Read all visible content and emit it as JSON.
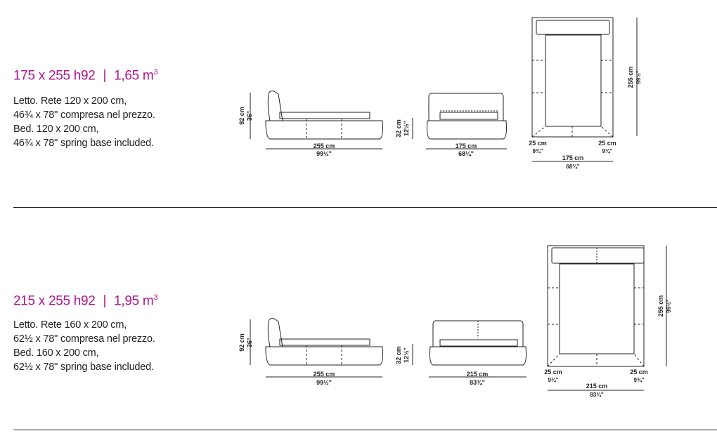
{
  "accent_color": "#b0168c",
  "sections": [
    {
      "title_main": "175 x 255 h92",
      "title_sep": "|",
      "title_volume": "1,65 m",
      "title_sup": "3",
      "lines": [
        "Letto. Rete 120 x 200 cm,",
        "46¾ x 78'' compresa nel prezzo.",
        "Bed. 120 x 200 cm,",
        "46¾ x 78'' spring base included."
      ],
      "side": {
        "h_cm": "92 cm",
        "h_in": "36\"",
        "w_cm": "255 cm",
        "w_in": "99½\""
      },
      "front": {
        "h_cm": "32 cm",
        "h_in": "12½\"",
        "w_cm": "175 cm",
        "w_in": "68¼\""
      },
      "plan": {
        "side_cm": "25 cm",
        "side_in": "9¾\"",
        "w_cm": "175 cm",
        "w_in": "68¼\"",
        "h_cm": "255 cm",
        "h_in": "99½\""
      }
    },
    {
      "title_main": "215 x 255 h92",
      "title_sep": "|",
      "title_volume": "1,95 m",
      "title_sup": "3",
      "lines": [
        "Letto. Rete 160  x 200 cm,",
        "62½  x 78'' compresa nel prezzo.",
        "Bed. 160 x 200 cm,",
        "62½  x 78'' spring base included."
      ],
      "side": {
        "h_cm": "92 cm",
        "h_in": "36\"",
        "w_cm": "255 cm",
        "w_in": "99½\""
      },
      "front": {
        "h_cm": "32 cm",
        "h_in": "12½\"",
        "w_cm": "215 cm",
        "w_in": "83¾\""
      },
      "plan": {
        "side_cm": "25 cm",
        "side_in": "9¾\"",
        "w_cm": "215 cm",
        "w_in": "83¾\"",
        "h_cm": "255 cm",
        "h_in": "99½\""
      }
    }
  ]
}
